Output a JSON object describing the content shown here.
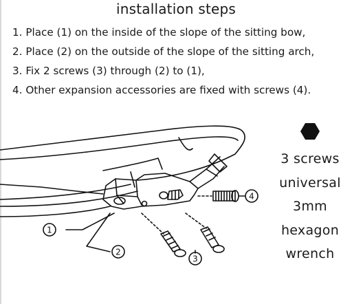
{
  "title": "installation steps",
  "steps": [
    "1. Place (1) on the inside of the slope of the sitting bow,",
    "2. Place (2) on the outside of the slope of the sitting arch,",
    "3. Fix 2 screws (3) through (2) to (1),",
    "4. Other expansion accessories are fixed with screws (4)."
  ],
  "callouts": {
    "one": "1",
    "two": "2",
    "three": "3",
    "four": "4"
  },
  "specs": {
    "icon": "hexagon-icon",
    "lines": [
      "3 screws",
      "universal",
      "3mm",
      "hexagon",
      "wrench"
    ]
  }
}
